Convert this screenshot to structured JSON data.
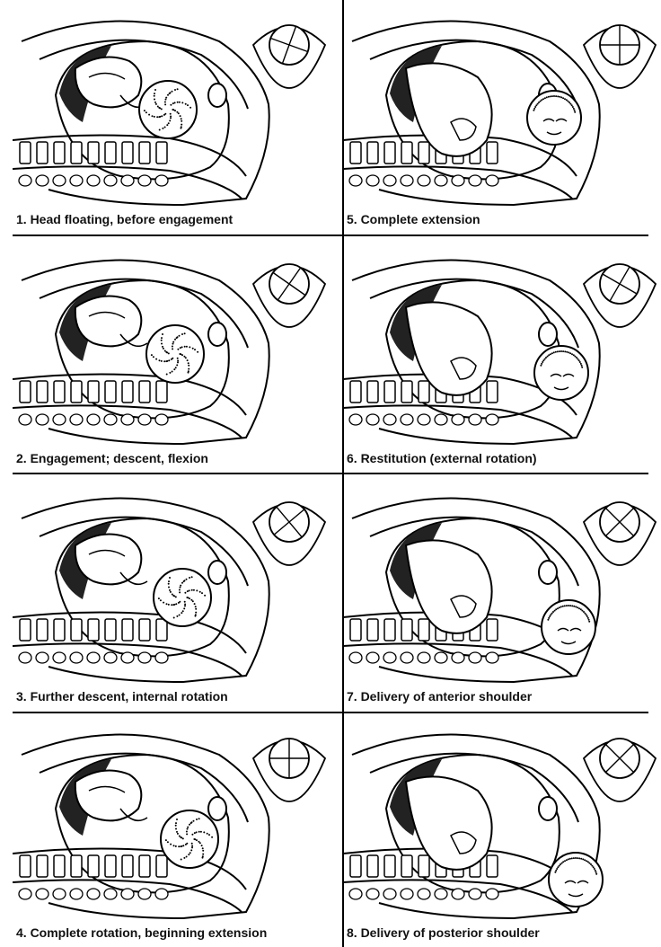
{
  "panels": [
    {
      "step": 1,
      "caption": "1. Head floating, before engagement",
      "head_outside": false
    },
    {
      "step": 2,
      "caption": "2. Engagement; descent, flexion",
      "head_outside": false
    },
    {
      "step": 3,
      "caption": "3. Further descent, internal rotation",
      "head_outside": false
    },
    {
      "step": 4,
      "caption": "4. Complete rotation, beginning extension",
      "head_outside": false
    },
    {
      "step": 5,
      "caption": "5. Complete extension",
      "head_outside": true
    },
    {
      "step": 6,
      "caption": "6. Restitution (external rotation)",
      "head_outside": true
    },
    {
      "step": 7,
      "caption": "7. Delivery of anterior shoulder",
      "head_outside": true
    },
    {
      "step": 8,
      "caption": "8. Delivery of posterior shoulder",
      "head_outside": true
    }
  ]
}
